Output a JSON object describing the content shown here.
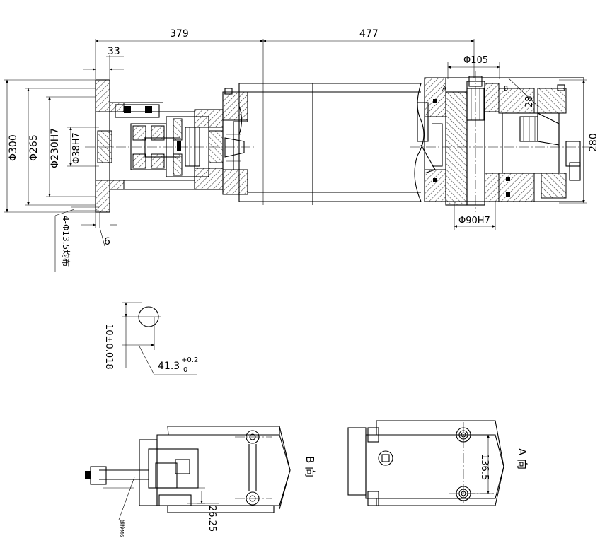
{
  "dims": {
    "top_379": "379",
    "top_477": "477",
    "flange_33": "33",
    "dia_300": "Φ300",
    "dia_265": "Φ265",
    "dia_230": "Φ230H7",
    "dia_38": "Φ38H7",
    "hole_spec": "4-Φ13.5均布",
    "flange_6": "6",
    "dia_105": "Φ105",
    "dia_28": "28",
    "height_280": "280",
    "dia_90": "Φ90H7"
  },
  "detail": {
    "tol_10": "10±0.018",
    "dim_413": "41.3",
    "tol_upper": "+0.2",
    "tol_lower": "0"
  },
  "view_b": {
    "label": "B 向",
    "dim_2625": "26.25",
    "note": "螺栓M6"
  },
  "view_a": {
    "label": "A 向",
    "dim_1365": "136.5"
  },
  "section_markers": {
    "a_small": "A",
    "b_small": "B"
  }
}
